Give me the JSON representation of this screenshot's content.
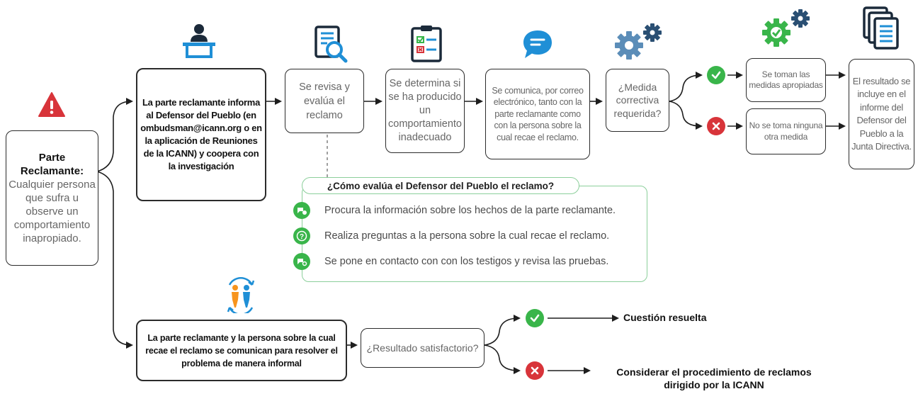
{
  "nodes": {
    "parte_reclamante_title": "Parte Reclamante:",
    "parte_reclamante_desc": "Cualquier persona que sufra u observe un comportamiento inapropiado.",
    "informa": "La parte reclamante informa al Defensor del Pueblo (en ombudsman@icann.org o en la aplicación de Reuniones de la ICANN) y coopera con la investigación",
    "revisa": "Se revisa y evalúa el reclamo",
    "determina": "Se determina si se ha producido un comportamiento inadecuado",
    "comunica": "Se comunica, por correo electrónico, tanto con la parte reclamante como con la persona sobre la cual recae el reclamo.",
    "medida": "¿Medida correctiva requerida?",
    "se_toman": "Se toman las medidas apropiadas",
    "no_se_toma": "No se toma ninguna otra medida",
    "resultado": "El resultado se incluye en el informe del Defensor del Pueblo a la Junta Directiva.",
    "informal": "La parte reclamante y la persona sobre la cual recae el reclamo se comunican para resolver el problema de manera informal",
    "satisfactorio": "¿Resultado satisfactorio?",
    "resuelta": "Cuestión resuelta",
    "considerar": "Considerar el procedimiento de reclamos dirigido por la ICANN"
  },
  "callout": {
    "title": "¿Cómo evalúa el Defensor del Pueblo el reclamo?",
    "steps": [
      "Procura la información sobre los hechos de la parte reclamante.",
      "Realiza preguntas a la persona sobre la cual recae el reclamo.",
      "Se pone en contacto con con los testigos y revisa las pruebas."
    ]
  },
  "icons": [
    "warning-icon",
    "person-at-desk-icon",
    "document-search-icon",
    "checklist-icon",
    "speech-bubble-icon",
    "gears-icon",
    "gears-check-icon",
    "documents-stack-icon",
    "conversation-people-icon",
    "check-icon",
    "cross-icon",
    "question-icon"
  ],
  "colors": {
    "blue": "#1f8fd6",
    "red": "#d8343a",
    "green": "#39b54a",
    "orange": "#f7941d",
    "steel": "#5b8db8",
    "navy": "#2a4f73",
    "navy_dark": "#1b2a3a"
  }
}
